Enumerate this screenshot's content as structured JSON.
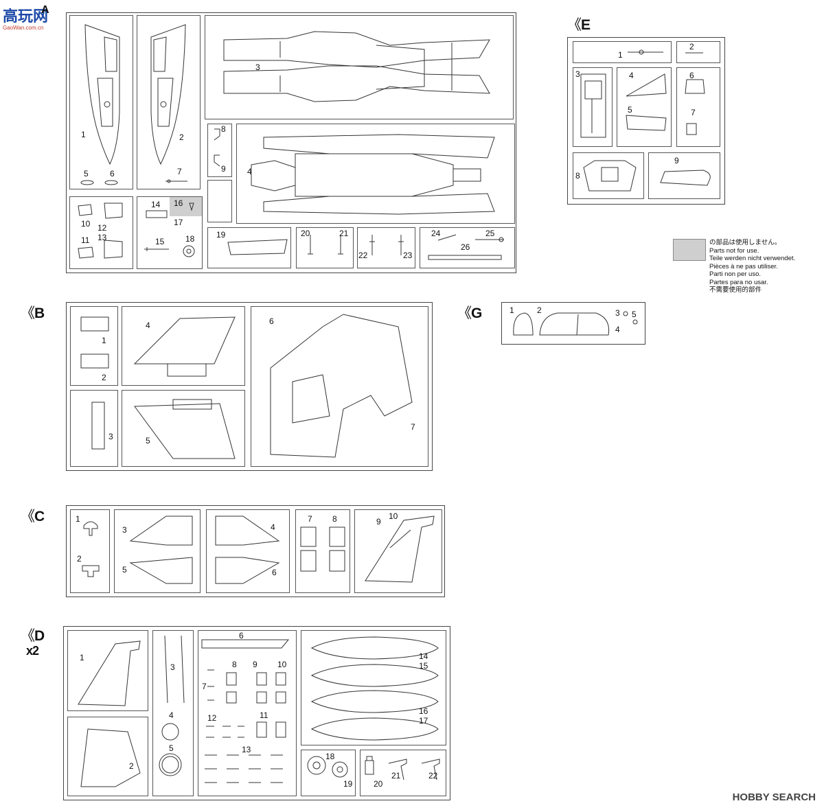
{
  "watermark_left": {
    "line1": "高玩网",
    "line2": "GaoWan.com.cn"
  },
  "watermark_right": "HOBBY SEARCH",
  "legend": {
    "lines": [
      "の部品は使用しません。",
      "Parts not for use.",
      "Teile werden nicht verwendet.",
      "Pièces à ne pas utiliser.",
      "Parti non per uso.",
      "Partes para no usar.",
      "不需要使用的部件"
    ]
  },
  "sprues": {
    "A": {
      "label": "A",
      "parts": [
        "1",
        "2",
        "3",
        "4",
        "5",
        "6",
        "7",
        "8",
        "9",
        "10",
        "11",
        "12",
        "13",
        "14",
        "15",
        "16",
        "17",
        "18",
        "19",
        "20",
        "21",
        "22",
        "23",
        "24",
        "25",
        "26"
      ]
    },
    "B": {
      "label": "B",
      "parts": [
        "1",
        "2",
        "3",
        "4",
        "5",
        "6",
        "7"
      ]
    },
    "C": {
      "label": "C",
      "parts": [
        "1",
        "2",
        "3",
        "4",
        "5",
        "6",
        "7",
        "8",
        "9",
        "10"
      ]
    },
    "D": {
      "label": "D",
      "multiplier": "x2",
      "parts": [
        "1",
        "2",
        "3",
        "4",
        "5",
        "6",
        "7",
        "8",
        "9",
        "10",
        "11",
        "12",
        "13",
        "14",
        "15",
        "16",
        "17",
        "18",
        "19",
        "20",
        "21",
        "22"
      ]
    },
    "E": {
      "label": "E",
      "parts": [
        "1",
        "2",
        "3",
        "4",
        "5",
        "6",
        "7",
        "8",
        "9"
      ]
    },
    "G": {
      "label": "G",
      "parts": [
        "1",
        "2",
        "3",
        "4",
        "5"
      ]
    }
  },
  "colors": {
    "unused_shade": "#cfcfcf",
    "line": "#333333"
  }
}
